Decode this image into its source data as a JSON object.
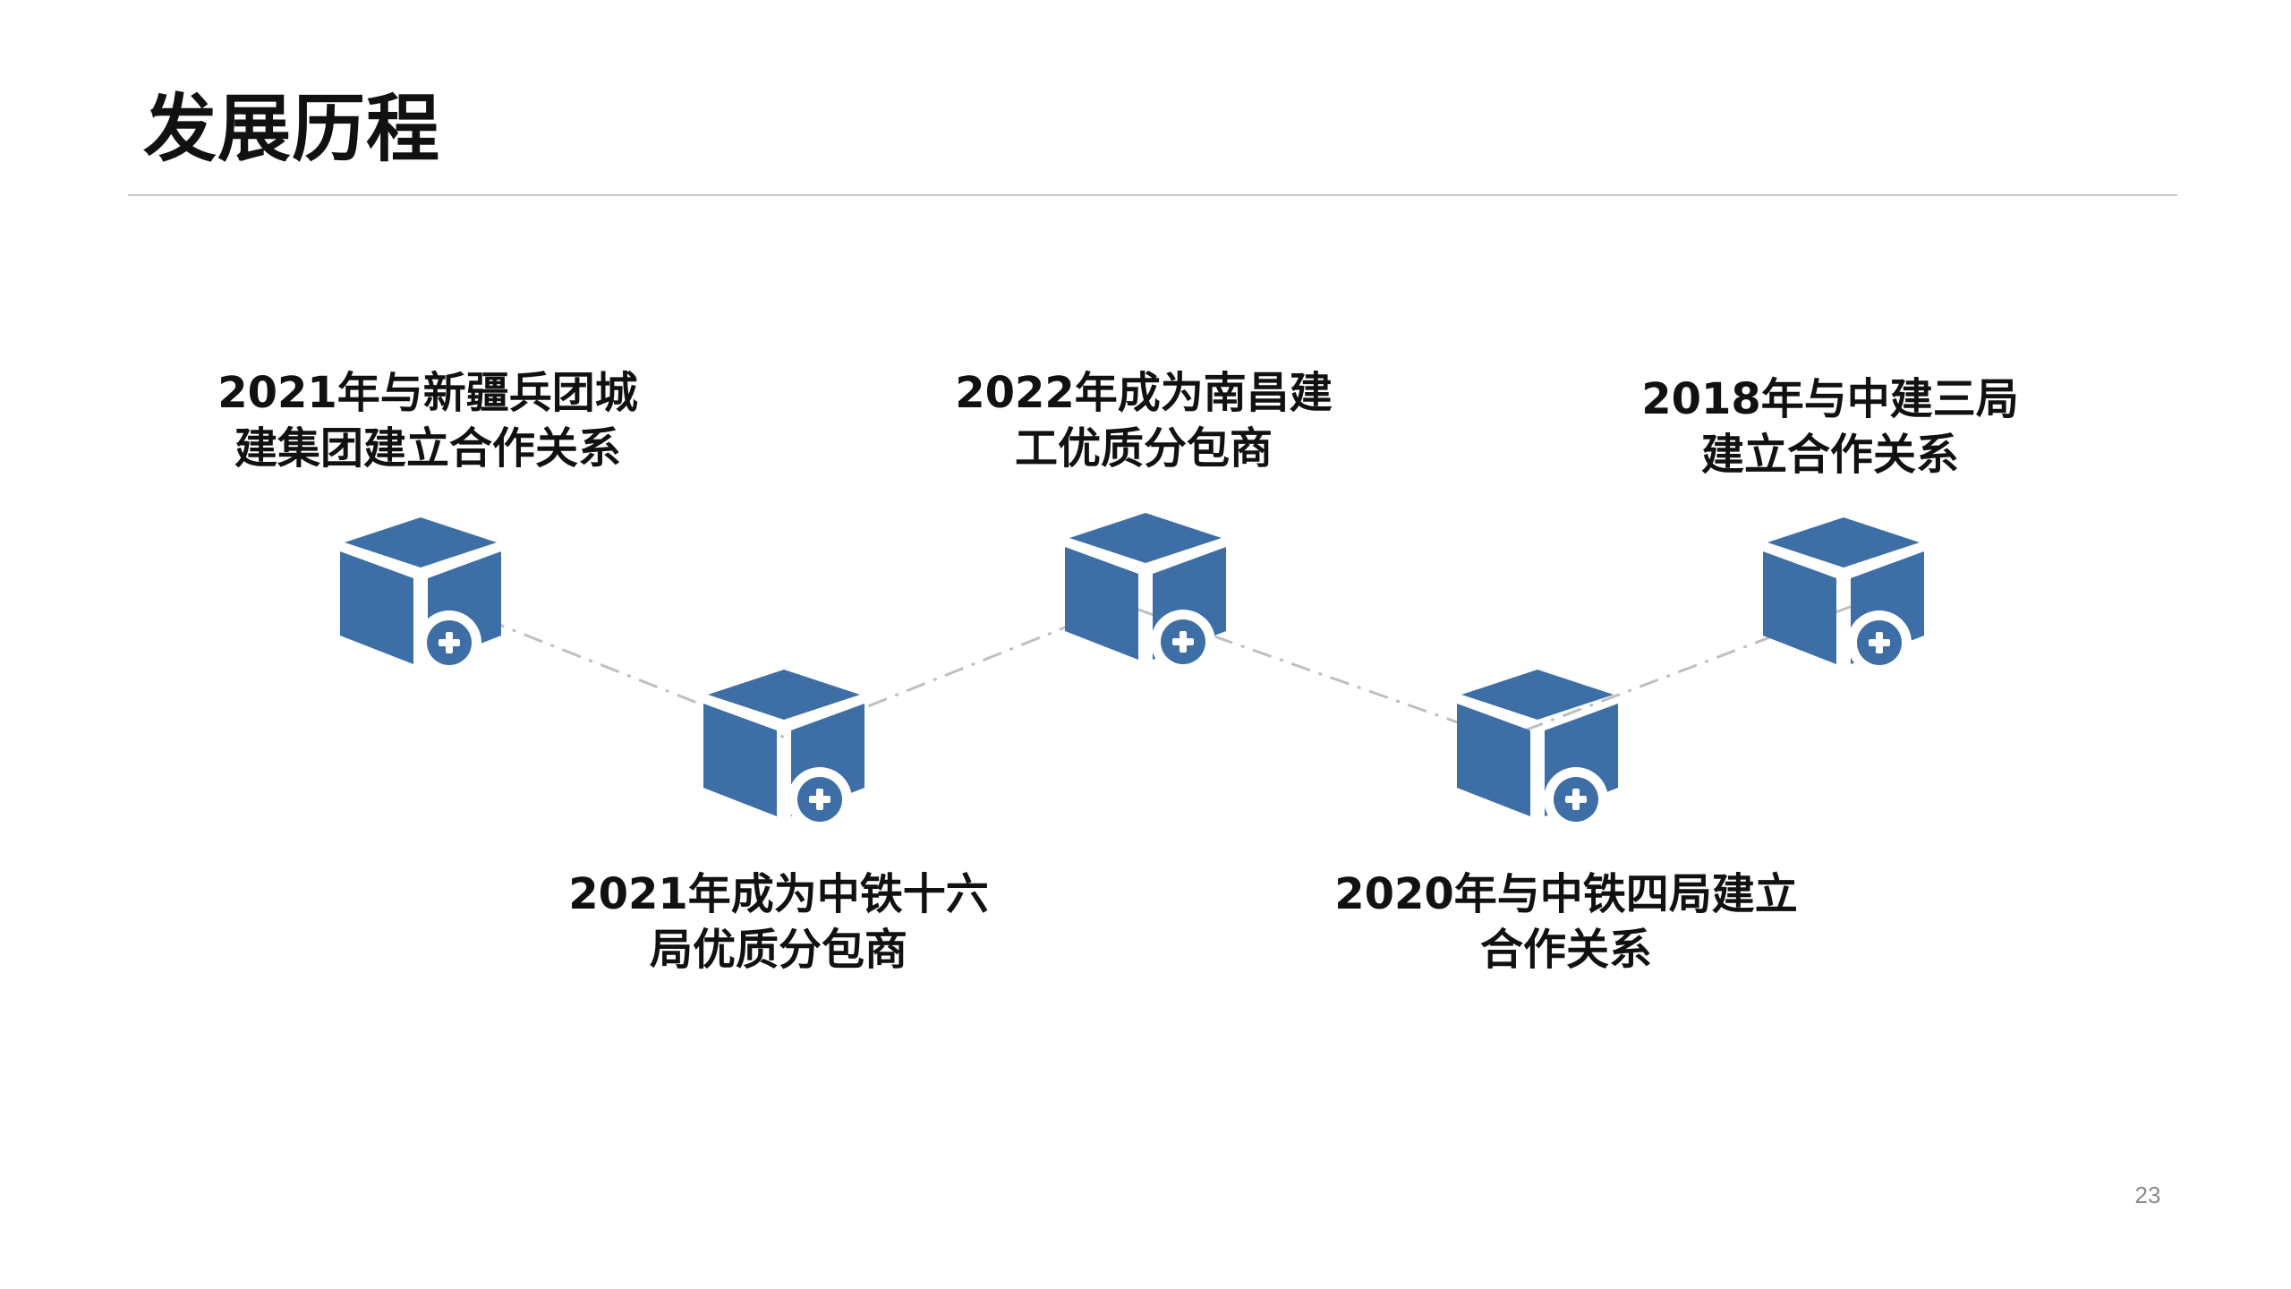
{
  "page": {
    "title": "发展历程",
    "page_number": "23"
  },
  "colors": {
    "cube": "#3d6ea6",
    "connector": "#bfbfbf",
    "rule": "#c8c8c8",
    "text": "#111111"
  },
  "milestones": [
    {
      "icon": "box-plus-icon",
      "lines": [
        "2021年与新疆兵团城",
        "建集团建立合作关系"
      ]
    },
    {
      "icon": "box-plus-icon",
      "lines": [
        "2021年成为中铁十六",
        "局优质分包商"
      ]
    },
    {
      "icon": "box-plus-icon",
      "lines": [
        "2022年成为南昌建",
        "工优质分包商"
      ]
    },
    {
      "icon": "box-plus-icon",
      "lines": [
        "2020年与中铁四局建立",
        "合作关系"
      ]
    },
    {
      "icon": "box-plus-icon",
      "lines": [
        "2018年与中建三局",
        "建立合作关系"
      ]
    }
  ]
}
